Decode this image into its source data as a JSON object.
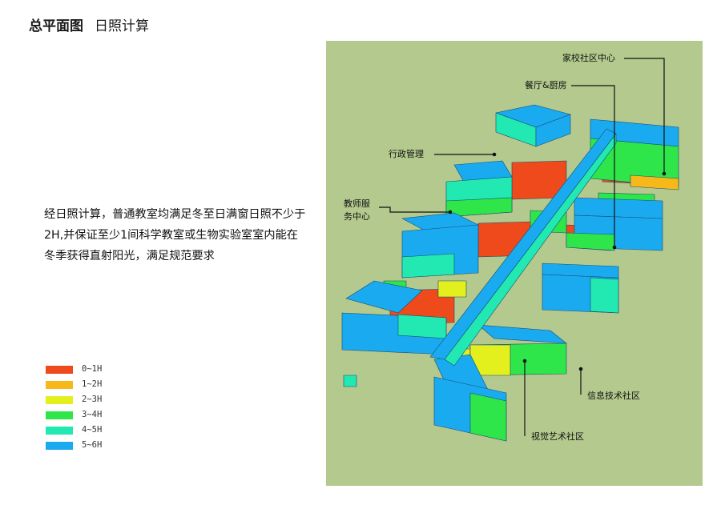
{
  "header": {
    "title_bold": "总平面图",
    "title_thin": "日照计算"
  },
  "description": "经日照计算，普通教室均满足冬至日满窗日照不少于2H,并保证至少1间科学教室或生物实验室室内能在冬季获得直射阳光，满足规范要求",
  "legend": [
    {
      "label": "0~1H",
      "color": "#ee4a1c"
    },
    {
      "label": "1~2H",
      "color": "#f7b81a"
    },
    {
      "label": "2~3H",
      "color": "#e3f01e"
    },
    {
      "label": "3~4H",
      "color": "#2fe64a"
    },
    {
      "label": "4~5H",
      "color": "#22e8b2"
    },
    {
      "label": "5~6H",
      "color": "#1aaaf0"
    }
  ],
  "callouts": {
    "family_center": "家校社区中心",
    "dining": "餐厅&厨房",
    "admin": "行政管理",
    "teacher_line1": "教师服",
    "teacher_line2": "务中心",
    "info_tech": "信息技术社区",
    "visual_art": "视觉艺术社区"
  },
  "panel_color": "#b3c98d",
  "icons": {
    "leader_dot": "leader-dot-icon"
  }
}
